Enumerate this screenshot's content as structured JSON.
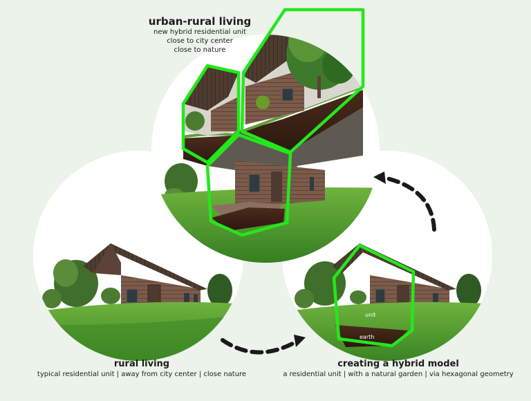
{
  "top": {
    "title": "urban-rural living",
    "lines": [
      "new hybrid residential unit",
      "close to city center",
      "close to nature"
    ]
  },
  "left": {
    "title": "rural living",
    "subtitle": "typical residential unit | away from city center | close nature"
  },
  "right": {
    "title": "creating a hybrid model",
    "subtitle": "a residential unit | with a natural garden | via hexagonal geometry",
    "label_unit": "unit",
    "label_earth": "earth"
  },
  "colors": {
    "background": "#ecf3ea",
    "hex_outline": "#23e81c",
    "grass": "#4f9a2c",
    "sky": "#f7faf6",
    "wood": "#7a5a49",
    "roof": "#4a3a30",
    "soil": "#3d2416",
    "arrow": "#1a1a1a"
  }
}
